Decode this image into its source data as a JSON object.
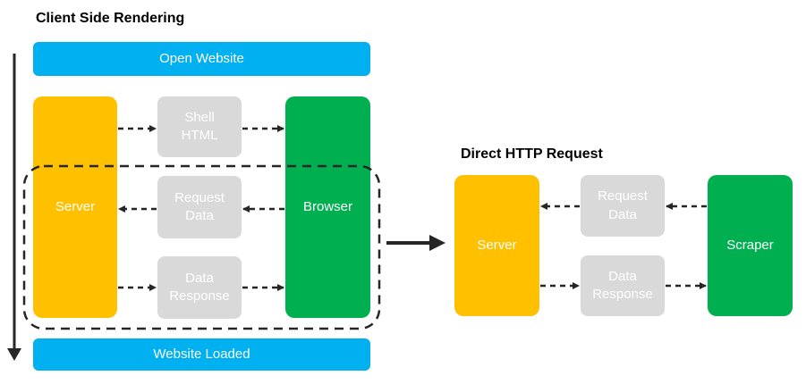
{
  "left": {
    "title": "Client Side Rendering",
    "open_website": "Open Website",
    "website_loaded": "Website Loaded",
    "server": "Server",
    "browser": "Browser",
    "shell_html": "Shell\nHTML",
    "request_data": "Request\nData",
    "data_response": "Data\nResponse"
  },
  "right": {
    "title": "Direct HTTP Request",
    "server": "Server",
    "scraper": "Scraper",
    "request_data": "Request\nData",
    "data_response": "Data\nResponse"
  },
  "colors": {
    "blue": "#00b0f0",
    "orange": "#ffc000",
    "green": "#00b050",
    "grey": "#d9d9d9",
    "arrow": "#262626"
  }
}
